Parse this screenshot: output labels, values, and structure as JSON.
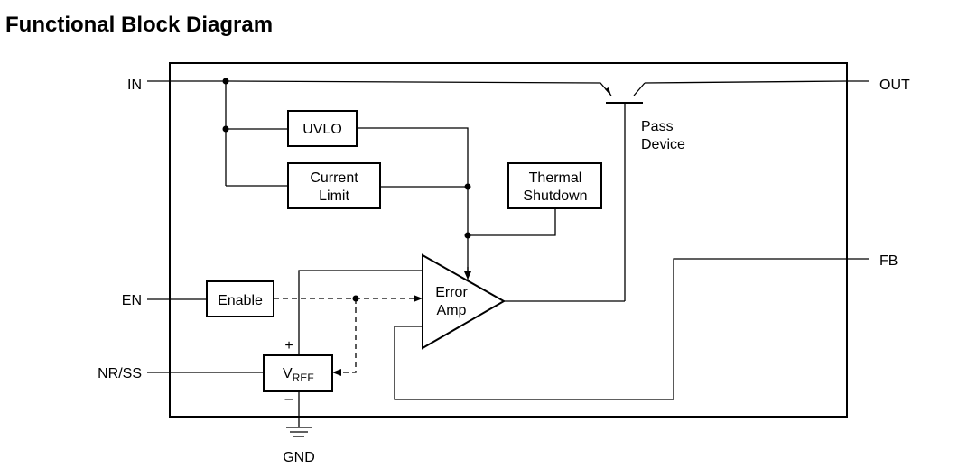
{
  "title": "Functional Block Diagram",
  "pins": {
    "in": "IN",
    "out": "OUT",
    "fb": "FB",
    "en": "EN",
    "nr_ss": "NR/SS",
    "gnd": "GND"
  },
  "blocks": {
    "uvlo": "UVLO",
    "current_limit": [
      "Current",
      "Limit"
    ],
    "thermal_shutdown": [
      "Thermal",
      "Shutdown"
    ],
    "enable": "Enable",
    "error_amp": [
      "Error",
      "Amp"
    ],
    "vref": {
      "main": "V",
      "sub": "REF"
    },
    "pass_device": [
      "Pass",
      "Device"
    ]
  },
  "signs": {
    "plus": "+",
    "minus": "–"
  }
}
